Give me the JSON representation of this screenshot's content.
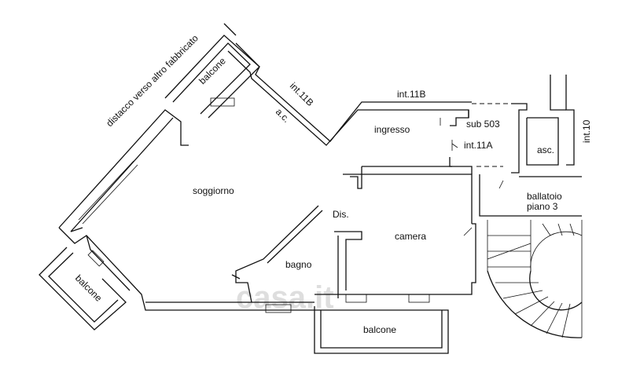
{
  "labels": {
    "distance": "distacco verso altro fabbricato",
    "balcone_top": "balcone",
    "int11b_diag": "int.11B",
    "ac": "a.c.",
    "int11b_top": "int.11B",
    "ingresso": "ingresso",
    "sub503": "sub 503",
    "int11a": "int.11A",
    "asc": "asc.",
    "int10": "int.10",
    "soggiorno": "soggiorno",
    "ballatoio": "ballatoio",
    "piano3": "piano 3",
    "dis": "Dis.",
    "camera": "camera",
    "bagno": "bagno",
    "balcone_left": "balcone",
    "balcone_bottom": "balcone"
  },
  "watermark": "casa.it"
}
